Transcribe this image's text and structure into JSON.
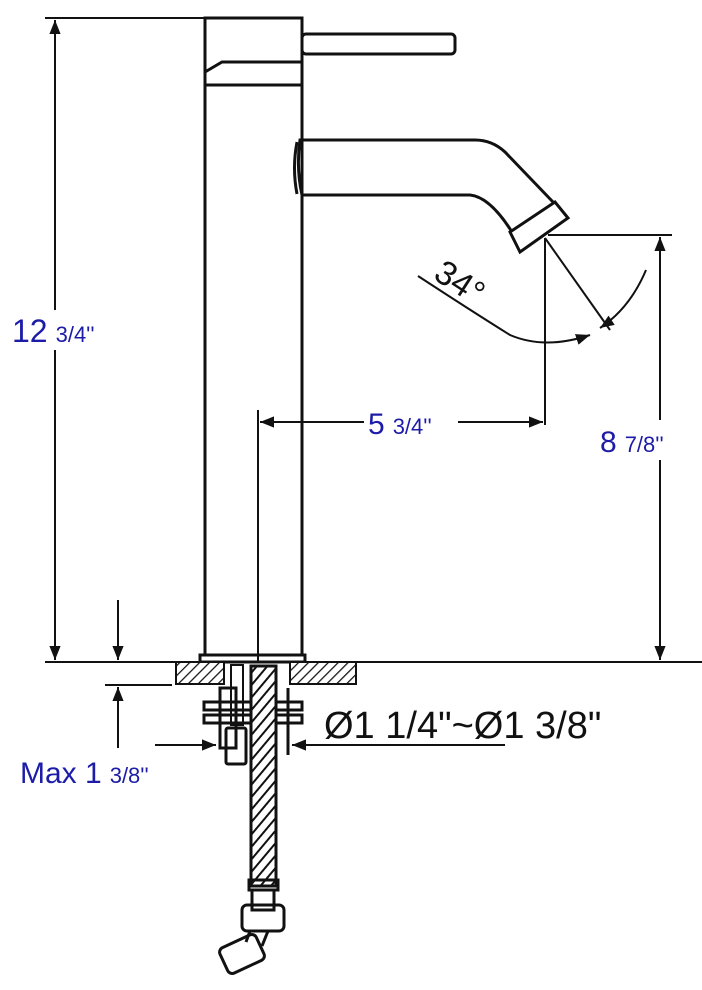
{
  "dimensions": {
    "total_height": {
      "whole": "12",
      "fraction": "3/4''"
    },
    "spout_reach": {
      "whole": "5",
      "fraction": "3/4''"
    },
    "spout_height": {
      "whole": "8",
      "fraction": "7/8''"
    },
    "spout_angle": "34°",
    "hole_diameter": "Ø1 1/4\"~Ø1 3/8\"",
    "max_deck": {
      "whole": "Max 1",
      "fraction": "3/8''"
    }
  },
  "colors": {
    "dimension_text": "#1c1ca8",
    "line": "#111111"
  }
}
